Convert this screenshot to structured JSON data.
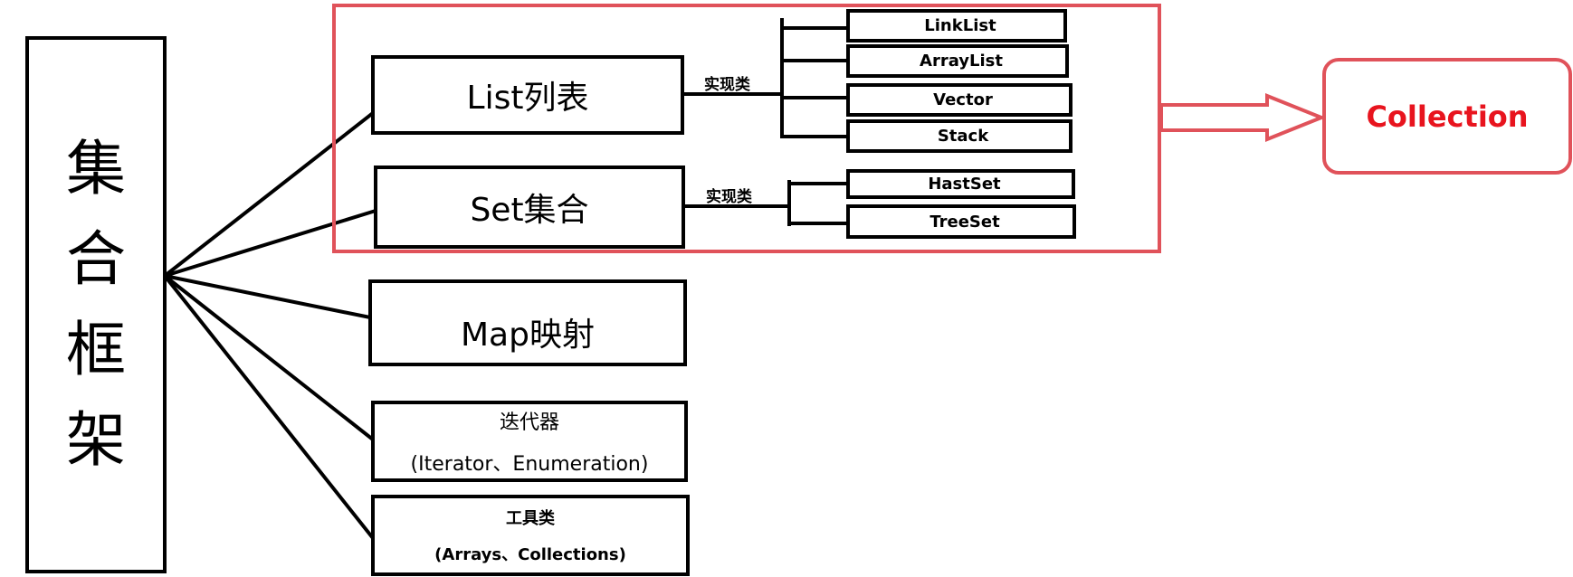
{
  "root": {
    "chars": [
      "集",
      "合",
      "框",
      "架"
    ]
  },
  "categories": {
    "list": "List列表",
    "set": "Set集合",
    "map": "Map映射",
    "iterator": {
      "line1": "迭代器",
      "line2": "(Iterator、Enumeration)"
    },
    "tools": {
      "line1": "工具类",
      "line2": "(Arrays、Collections)"
    }
  },
  "impl_label": "实现类",
  "list_impls": [
    "LinkList",
    "ArrayList",
    "Vector",
    "Stack"
  ],
  "set_impls": [
    "HastSet",
    "TreeSet"
  ],
  "collection": "Collection",
  "colors": {
    "frame": "#e0525a",
    "collection_text": "#e8141e",
    "stroke": "#000000"
  }
}
